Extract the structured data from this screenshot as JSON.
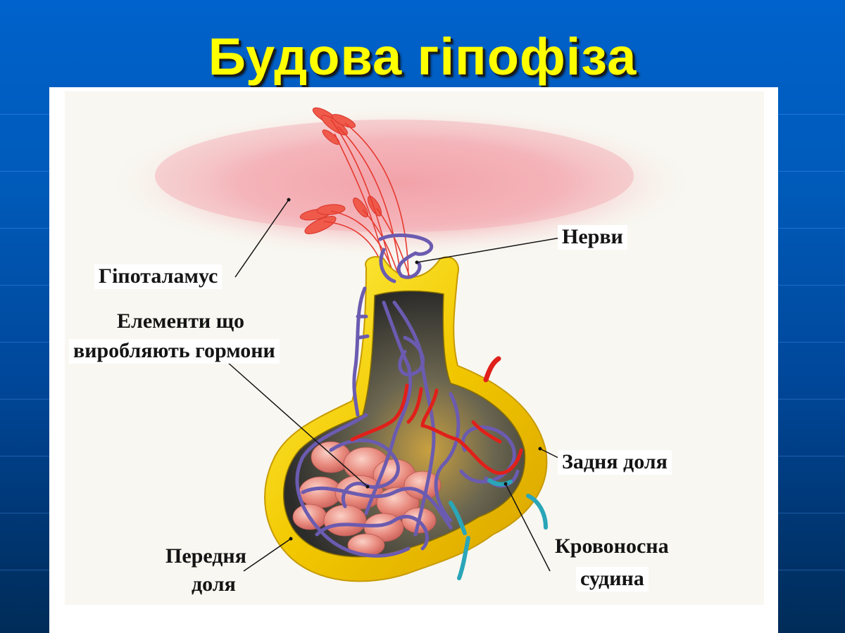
{
  "slide": {
    "title": "Будова гіпофіза",
    "title_color": "#ffff00",
    "background_color_top": "#0062cc",
    "background_color_bottom": "#002c58"
  },
  "diagram": {
    "subject": "pituitary gland structure",
    "labels": {
      "hypothalamus": "Гіпоталамус",
      "nerves": "Нерви",
      "hormone_elements_line1": "Елементи що",
      "hormone_elements_line2": "виробляють гормони",
      "posterior_lobe": "Задня доля",
      "anterior_lobe_line1": "Передня",
      "anterior_lobe_line2": "доля",
      "blood_vessel_line1": "Кровоносна",
      "blood_vessel_line2": "судина"
    },
    "colors": {
      "capsule_yellow": "#f2c800",
      "interior_dark": "#3a3a36",
      "vein_purple": "#6b5bb0",
      "artery_red": "#e0201a",
      "nerve_red": "#e8473a",
      "cells_pink": "#e88a80",
      "vessel_teal": "#2aa6b8",
      "hypothalamus_pink": "#f2a4ab"
    }
  }
}
